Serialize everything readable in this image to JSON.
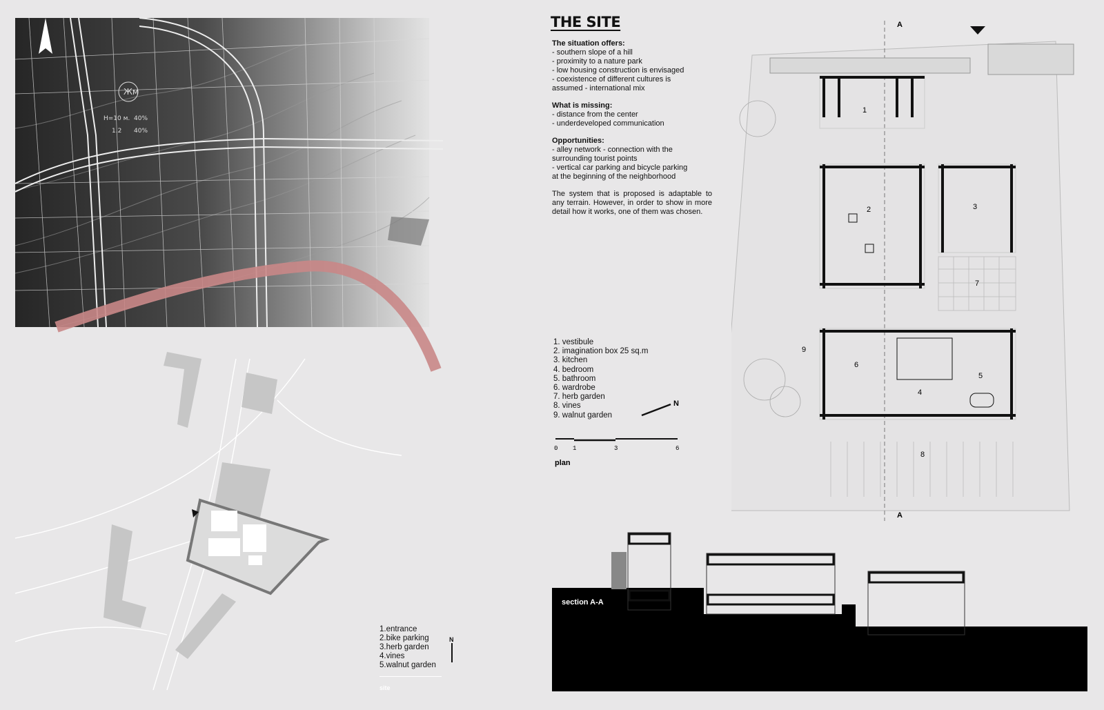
{
  "title": "THE SITE",
  "situation": {
    "heading": "The situation offers:",
    "items": [
      "- southern slope of a hill",
      "- proximity to a nature park",
      "- low housing construction is envisaged",
      "- coexistence of different cultures is",
      "assumed - international mix"
    ]
  },
  "missing": {
    "heading": "What is missing:",
    "items": [
      "- distance from the center",
      "- underdeveloped communication"
    ]
  },
  "opportunities": {
    "heading": "Opportunities:",
    "items": [
      "- alley network - connection with the",
      "surrounding tourist points",
      "- vertical car parking and bicycle parking",
      "at the beginning of the neighborhood"
    ]
  },
  "system_text": "The system that is proposed is adaptable to any terrain. However, in order to show in more detail how it works, one of them was chosen.",
  "plan_legend": [
    "1. vestibule",
    "2. imagination box 25 sq.m",
    "3. kitchen",
    "4. bedroom",
    "5. bathroom",
    "6. wardrobe",
    "7. herb garden",
    "8. vines",
    "9. walnut garden"
  ],
  "north_label": "N",
  "scale_ticks": [
    "0",
    "1",
    "3",
    "6"
  ],
  "plan_label": "plan",
  "site_legend": [
    "1.entrance",
    "2.bike parking",
    "3.herb garden",
    "4.vines",
    "5.walnut garden"
  ],
  "site_north": "N",
  "site_label": "site",
  "section_label": "section A-A",
  "section_marker": "A",
  "room_numbers": [
    "1",
    "2",
    "3",
    "4",
    "5",
    "6",
    "7",
    "8",
    "9"
  ],
  "map_labels": {
    "zone": "Жм",
    "height": "H=10 м.",
    "pct1": "40%",
    "ratio": "1.2",
    "pct2": "40%"
  },
  "colors": {
    "background": "#e8e7e8",
    "map_dark": "#2b2b2b",
    "road_highlight": "#c98787",
    "ink": "#111111"
  }
}
